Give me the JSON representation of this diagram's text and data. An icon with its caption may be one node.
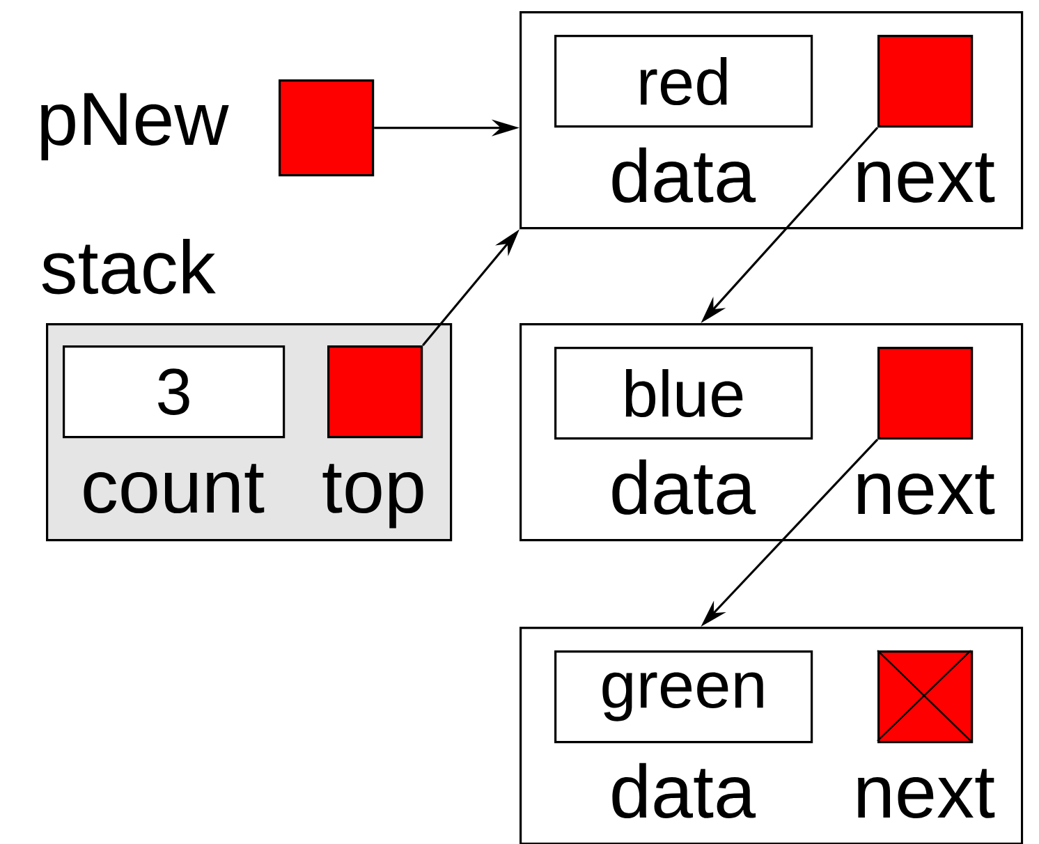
{
  "diagram": {
    "nodes": [
      {
        "text": [],
        "shape": "box",
        "beside": [
          "pNew"
        ]
      },
      {
        "text": [],
        "shape": "box"
      },
      {
        "text": [
          "red"
        ],
        "in": 1,
        "beside": [
          "data"
        ]
      },
      {
        "text": [],
        "shape": "box",
        "in": 1,
        "beside": [
          "next"
        ]
      },
      {
        "text": [
          "stack"
        ]
      },
      {
        "text": [
          "3"
        ],
        "in": 4,
        "beside": [
          "count"
        ]
      },
      {
        "text": [],
        "shape": "box",
        "in": 4,
        "beside": [
          "top"
        ]
      },
      {
        "text": [],
        "shape": "box"
      },
      {
        "text": [
          "blue"
        ],
        "in": 7,
        "beside": [
          "data"
        ]
      },
      {
        "text": [],
        "shape": "box",
        "in": 7,
        "beside": [
          "next"
        ]
      },
      {
        "text": [],
        "shape": "box"
      },
      {
        "text": [
          "green"
        ],
        "in": 10,
        "beside": [
          "data"
        ]
      },
      {
        "text": [],
        "shape": "box",
        "in": 10,
        "beside": [
          "next"
        ]
      }
    ],
    "edges": [
      {
        "from": 0,
        "to": 1,
        "arrow": "to"
      },
      {
        "from": 6,
        "to": 1,
        "arrow": "to"
      },
      {
        "from": 3,
        "to": 7,
        "arrow": "to"
      },
      {
        "from": 9,
        "to": 10,
        "arrow": "to"
      }
    ]
  }
}
